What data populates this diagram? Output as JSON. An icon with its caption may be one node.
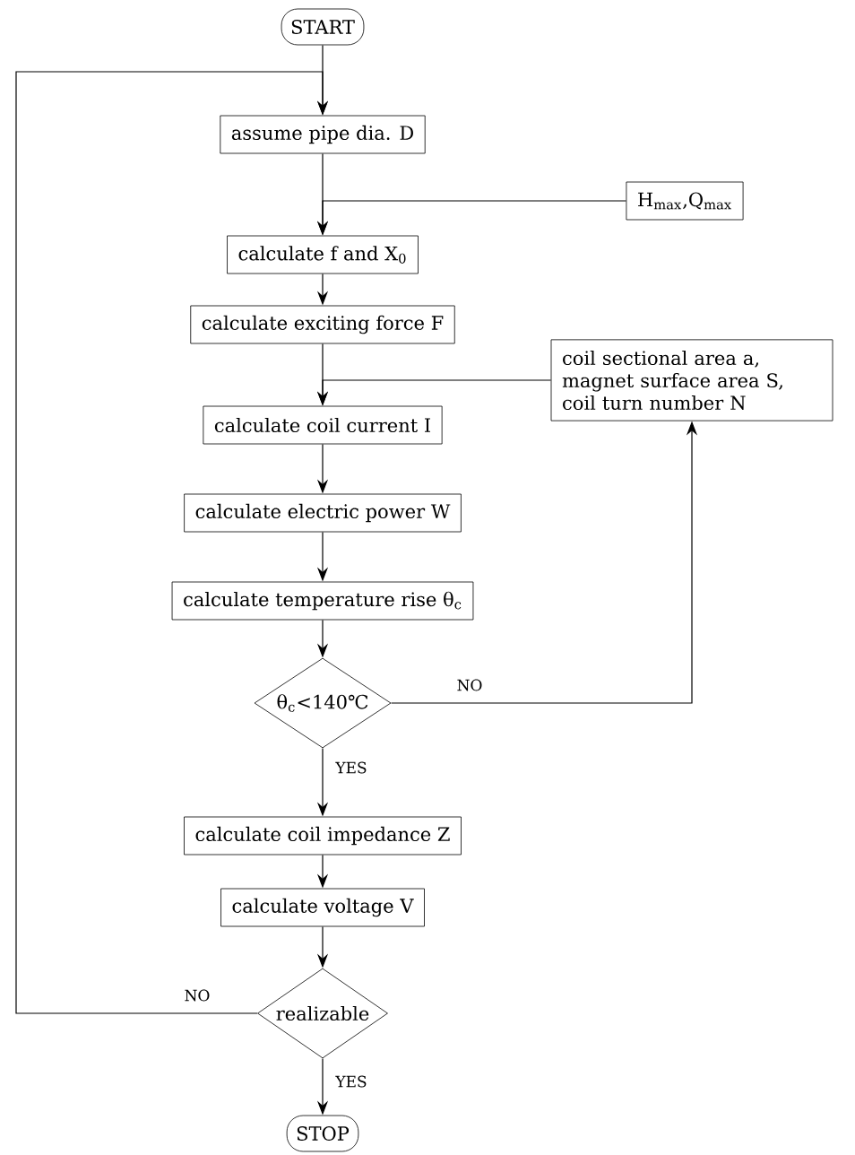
{
  "diagram": {
    "nodes": [
      {
        "text": [
          "START"
        ]
      },
      {
        "text": [
          "assume pipe dia. D"
        ]
      },
      {
        "text": [
          "H$_{max}$,Q$_{max}$"
        ]
      },
      {
        "text": [
          "calculate f and X$_{0}$"
        ]
      },
      {
        "text": [
          "calculate exciting force F"
        ]
      },
      {
        "text": [
          "coil sectional area a, magnet surface area S, coil turn number N"
        ]
      },
      {
        "text": [
          "calculate coil current I"
        ]
      },
      {
        "text": [
          "calculate electric power W"
        ]
      },
      {
        "text": [
          "calculate temperature rise θ$_{c}$"
        ]
      },
      {
        "text": [
          "θ$_{c}$<140℃"
        ]
      },
      {
        "text": [
          "calculate coil impedance Z"
        ]
      },
      {
        "text": [
          "calculate voltage V"
        ]
      },
      {
        "text": [
          "realizable"
        ]
      },
      {
        "text": [
          "STOP"
        ]
      }
    ],
    "edges": [
      {
        "from": 0,
        "to": 1,
        "arrow": "to"
      },
      {
        "from": 1,
        "to": 3,
        "arrow": "to"
      },
      {
        "from": 2,
        "to": 3,
        "arrow": "to"
      },
      {
        "from": 3,
        "to": 4,
        "arrow": "to"
      },
      {
        "from": 4,
        "to": 6,
        "arrow": "to"
      },
      {
        "from": 5,
        "to": 6,
        "arrow": "to"
      },
      {
        "from": 6,
        "to": 7,
        "arrow": "to"
      },
      {
        "from": 7,
        "to": 8,
        "arrow": "to"
      },
      {
        "from": 8,
        "to": 9,
        "arrow": "to"
      },
      {
        "from": 9,
        "to": 5,
        "arrow": "to",
        "label": "NO"
      },
      {
        "from": 9,
        "to": 10,
        "arrow": "to",
        "label": "YES"
      },
      {
        "from": 10,
        "to": 11,
        "arrow": "to"
      },
      {
        "from": 11,
        "to": 12,
        "arrow": "to"
      },
      {
        "from": 12,
        "to": 1,
        "arrow": "to",
        "label": "NO"
      },
      {
        "from": 12,
        "to": 13,
        "arrow": "to",
        "label": "YES"
      }
    ]
  }
}
